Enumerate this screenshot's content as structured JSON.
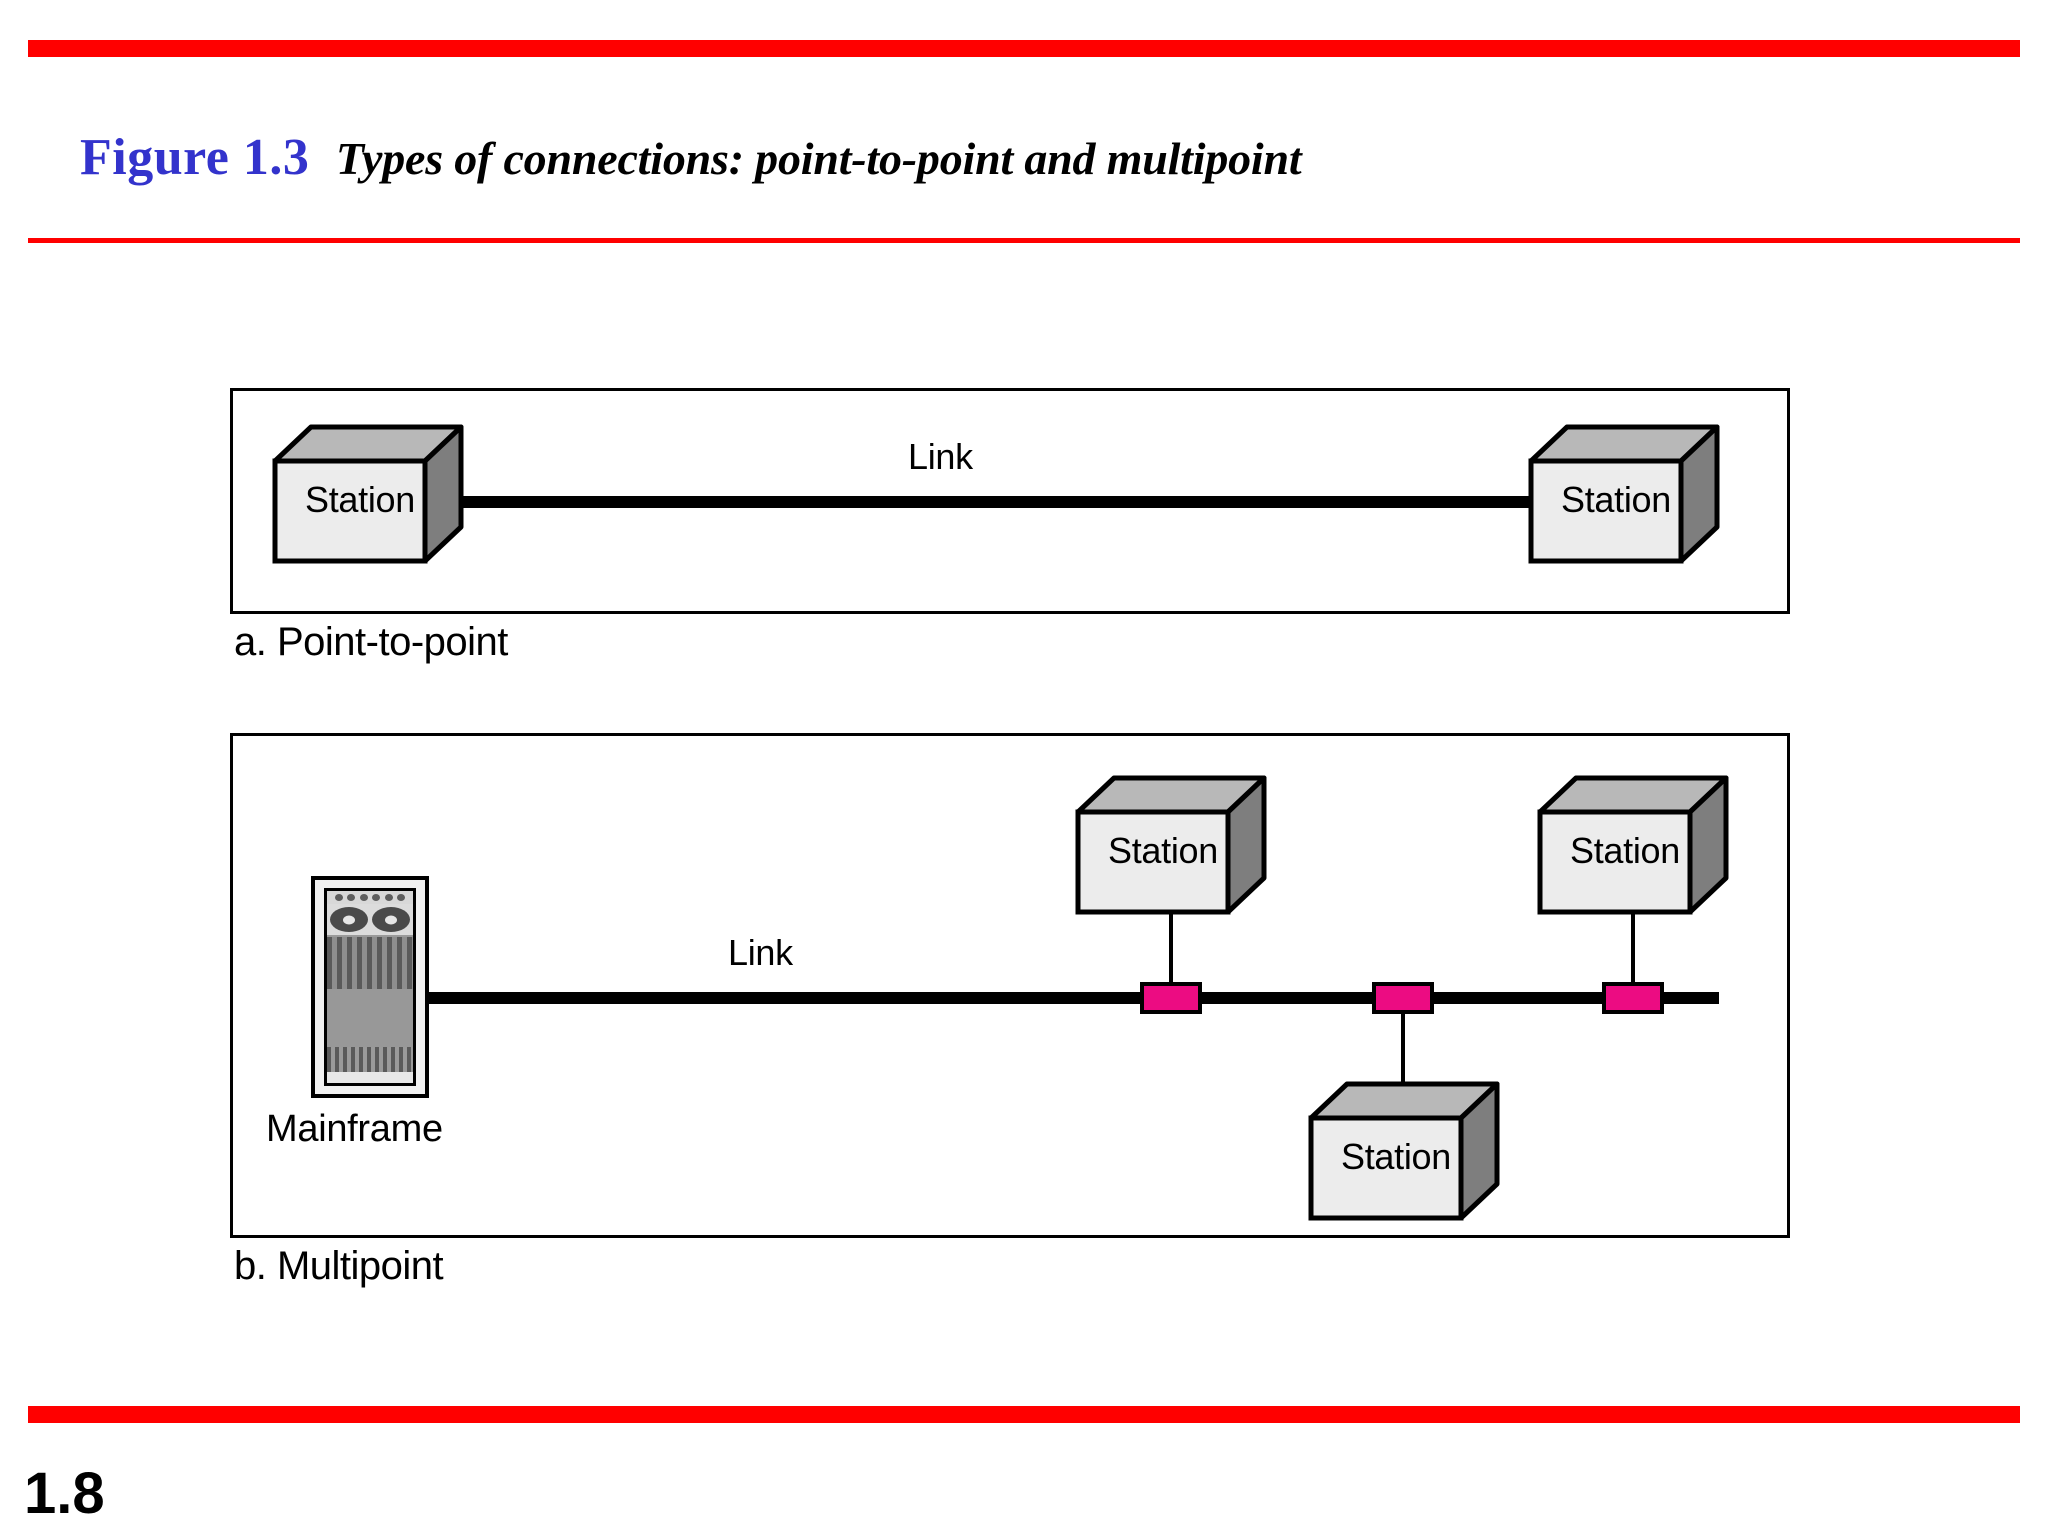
{
  "slide": {
    "page_number": "1.8",
    "accent_rule_color": "#FF0000",
    "figure_number_color": "#3333CC"
  },
  "header": {
    "figure_number": "Figure 1.3",
    "figure_caption": "Types of connections: point-to-point and multipoint"
  },
  "diagram_a": {
    "caption": "a. Point-to-point",
    "link_label": "Link",
    "stations": [
      {
        "label": "Station"
      },
      {
        "label": "Station"
      }
    ]
  },
  "diagram_b": {
    "caption": "b. Multipoint",
    "link_label": "Link",
    "mainframe_label": "Mainframe",
    "tap_color": "#EC0C82",
    "taps": [
      {
        "name": "tap-1"
      },
      {
        "name": "tap-2"
      },
      {
        "name": "tap-3"
      }
    ],
    "stations": [
      {
        "label": "Station",
        "position": "top-left"
      },
      {
        "label": "Station",
        "position": "bottom-center"
      },
      {
        "label": "Station",
        "position": "top-right"
      }
    ]
  },
  "mainframe": {
    "indicator_count": 6,
    "reel_count": 2
  }
}
